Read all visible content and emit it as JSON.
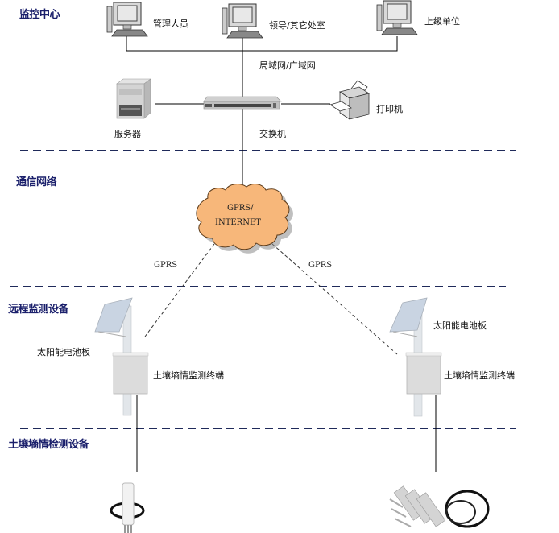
{
  "sections": {
    "monitoring_center": "监控中心",
    "comm_network": "通信网络",
    "remote_equipment": "远程监测设备",
    "soil_sensors": "土壤墒情检测设备"
  },
  "nodes": {
    "pc_admin": "管理人员",
    "pc_leader": "领导/其它处室",
    "pc_superior": "上级单位",
    "lan_wan": "局域网/广域网",
    "server": "服务器",
    "switch": "交换机",
    "printer": "打印机",
    "cloud_line1": "GPRS/",
    "cloud_line2": "INTERNET",
    "link_left": "GPRS",
    "link_right": "GPRS",
    "solar_left": "太阳能电池板",
    "terminal_left": "土壤墒情监测终端",
    "solar_right": "太阳能电池板",
    "terminal_right": "土壤墒情监测终端"
  },
  "colors": {
    "section_title": "#1a1f6b",
    "divider": "#1f2a5a",
    "cloud_fill": "#f7b77a",
    "cloud_stroke": "#5a3a1a"
  }
}
